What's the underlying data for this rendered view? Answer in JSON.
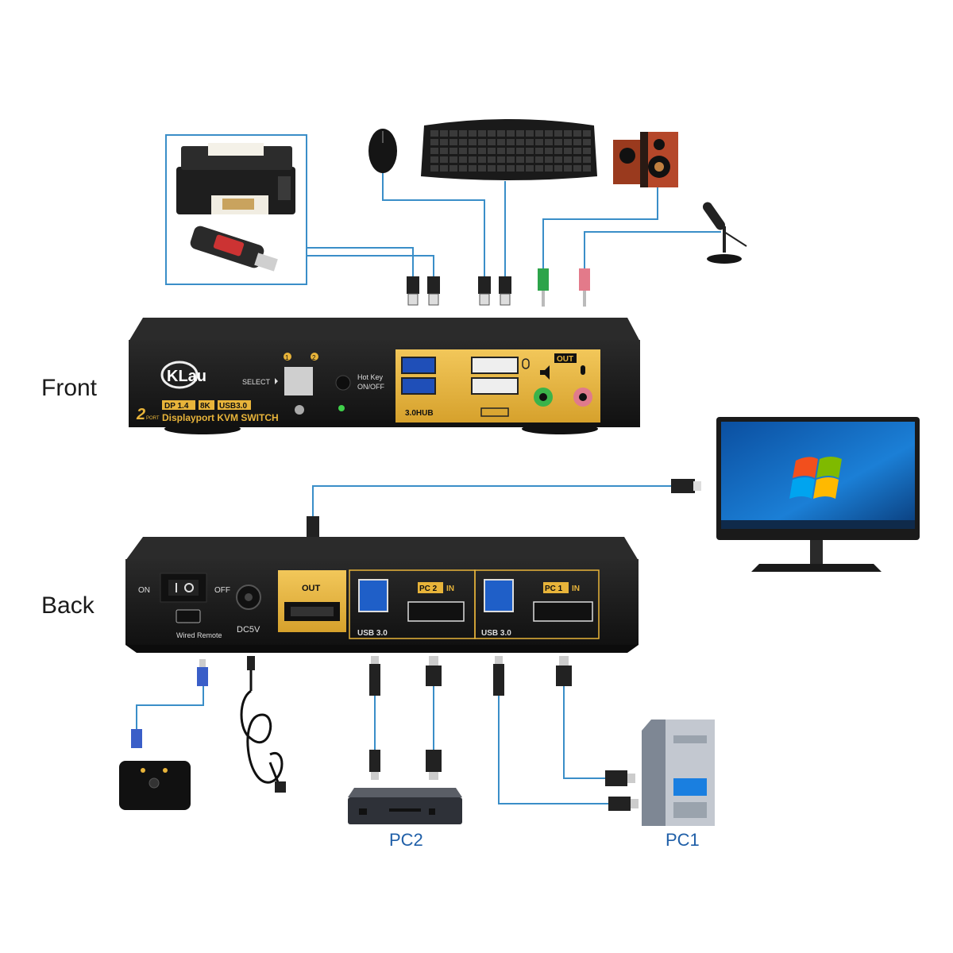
{
  "labels": {
    "front": "Front",
    "back": "Back",
    "pc2": "PC2",
    "pc1": "PC1"
  },
  "front_panel": {
    "brand": "KLau",
    "port_num": "2",
    "port_word": "PORT",
    "spec_dp": "DP 1.4",
    "spec_8k": "8K",
    "spec_usb": "USB3.0",
    "model": "Displayport KVM SWITCH",
    "select": "SELECT",
    "port1": "1",
    "port2": "2",
    "hotkey": "Hot Key",
    "onoff": "ON/OFF",
    "hub": "3.0HUB",
    "out": "OUT"
  },
  "back_panel": {
    "on": "ON",
    "off": "OFF",
    "wired_remote": "Wired Remote",
    "dc": "DC5V",
    "out": "OUT",
    "pc2_in_badge": "PC 2",
    "pc1_in_badge": "PC 1",
    "in": "IN",
    "usb_left": "USB 3.0",
    "usb_right": "USB 3.0"
  },
  "colors": {
    "cable": "#3a8ec8",
    "gold": "#e8b43a",
    "panel": "#1c1c1c",
    "label_blue": "#1f5fa8"
  }
}
